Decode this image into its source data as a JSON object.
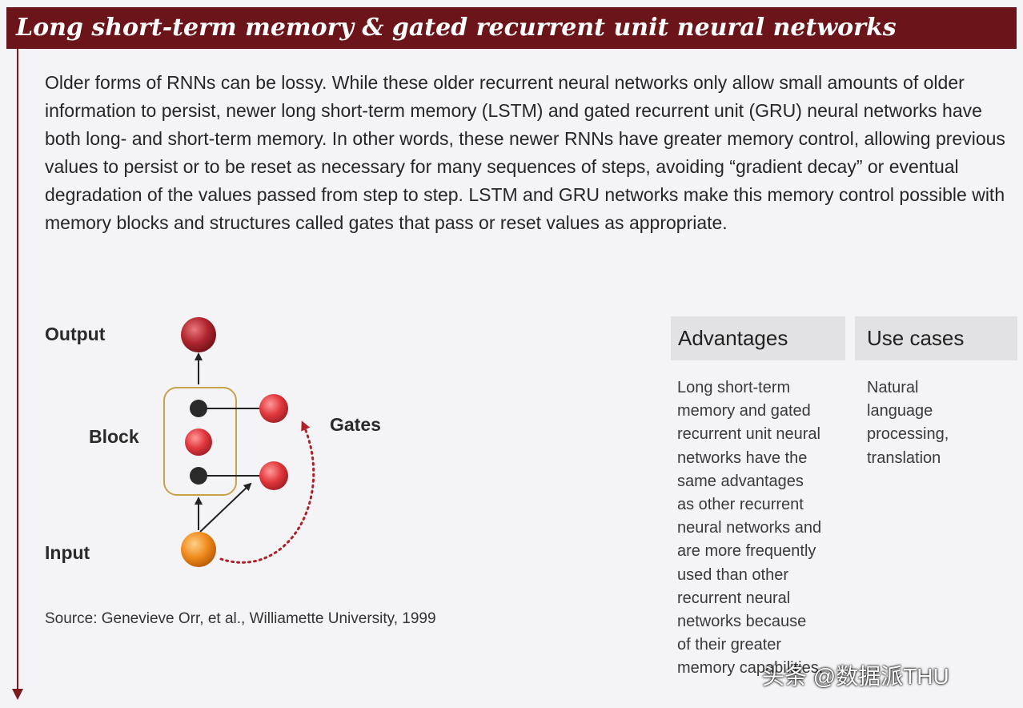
{
  "title": "Long short-term memory & gated recurrent unit neural networks",
  "intro": "Older forms of RNNs can be lossy. While these older recurrent neural networks only allow small amounts of older information to persist, newer long short-term memory (LSTM) and gated recurrent unit (GRU) neural networks have both long- and short-term memory. In other words, these newer RNNs have greater memory control, allowing previous values to persist or to be reset as necessary for many sequences of steps, avoiding “gradient decay” or eventual degradation of the values passed from step to step. LSTM and GRU networks make this memory control possible with memory blocks and structures called gates that pass or reset values as appropriate.",
  "diagram": {
    "output_label": "Output",
    "block_label": "Block",
    "gates_label": "Gates",
    "input_label": "Input",
    "colors": {
      "node_red": "#e0373c",
      "node_dark_red": "#a8222a",
      "node_orange": "#f08a1c",
      "block_border": "#c9a14a",
      "dotted_arrow": "#b0202a"
    }
  },
  "source": "Source: Genevieve Orr, et al., Williamette University, 1999",
  "advantages": {
    "heading": "Advantages",
    "lines": [
      "Long short-term",
      "memory and gated",
      "recurrent unit neural",
      "networks have the",
      "same advantages",
      "as other recurrent",
      "neural networks and",
      "are more frequently",
      "used than other",
      "recurrent neural",
      "networks because",
      "of their greater",
      "memory capabilities."
    ]
  },
  "use_cases": {
    "heading": "Use cases",
    "lines": [
      "Natural",
      "language",
      "processing,",
      "translation"
    ]
  },
  "watermark": "头条 @数据派THU",
  "colors": {
    "banner": "#6b1419",
    "background": "#f4f3f6"
  }
}
